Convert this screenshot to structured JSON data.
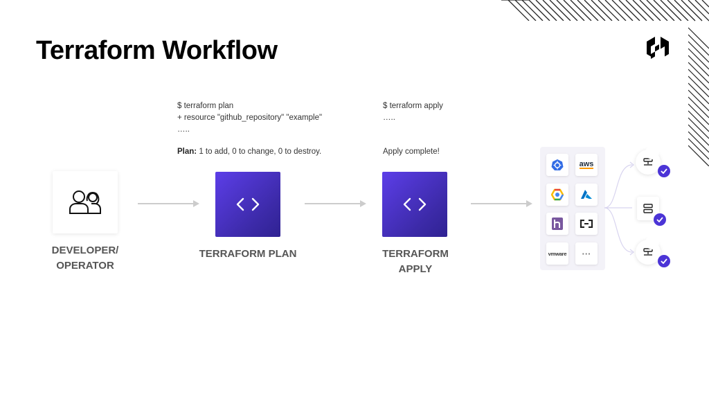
{
  "title": "Terraform Workflow",
  "plan_command": {
    "line1": "$ terraform plan",
    "line2": "+ resource \"github_repository\" \"example\"",
    "line3": "…..",
    "summary_label": "Plan:",
    "summary_text": " 1 to add, 0 to change, 0 to destroy."
  },
  "apply_command": {
    "line1": "$ terraform apply",
    "line2": "…..",
    "summary": "Apply complete!"
  },
  "steps": {
    "developer": "DEVELOPER/\nOPERATOR",
    "plan": "TERRAFORM PLAN",
    "apply": "TERRAFORM\nAPPLY"
  },
  "providers": {
    "aws_label": "aws",
    "vmware_label": "vmware",
    "more_label": "···"
  },
  "colors": {
    "brand_purple": "#5c3ee8",
    "check_purple": "#4b34d6",
    "text_gray": "#555555",
    "arrow_gray": "#cccccc"
  },
  "icons": {
    "logo": "hashicorp-logo",
    "developer": "people-icon",
    "code": "code-brackets-icon",
    "kubernetes": "kubernetes-icon",
    "gcp": "gcp-icon",
    "azure": "azure-icon",
    "heroku": "heroku-icon",
    "alibaba": "alibaba-cloud-icon",
    "cloud_resource": "cloud-server-icon",
    "server": "server-stack-icon",
    "check": "check-icon"
  }
}
